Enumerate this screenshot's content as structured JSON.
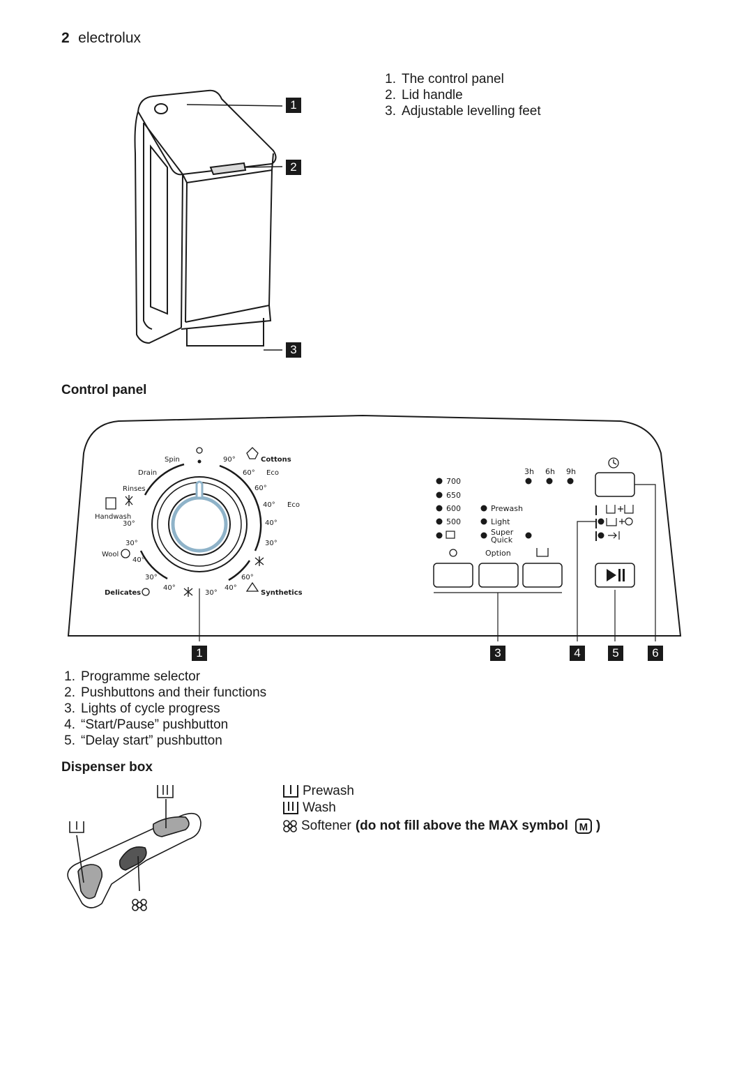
{
  "header": {
    "page_number": "2",
    "brand": "electrolux"
  },
  "appliance": {
    "callouts": [
      "1",
      "2",
      "3"
    ],
    "items": [
      {
        "num": "1.",
        "label": "The control panel"
      },
      {
        "num": "2.",
        "label": "Lid handle"
      },
      {
        "num": "3.",
        "label": "Adjustable levelling feet"
      }
    ]
  },
  "control_panel": {
    "title": "Control panel",
    "dial": {
      "spin": "Spin",
      "drain": "Drain",
      "rinses": "Rinses",
      "handwash": "Handwash",
      "handwash_temp": "30°",
      "wool": "Wool",
      "wool_temp_a": "30°",
      "wool_temp_b": "40°",
      "delicates": "Delicates",
      "del_30": "30°",
      "del_40": "40°",
      "del_30b": "30°",
      "syn_40": "40°",
      "syn_60": "60°",
      "synthetics": "Synthetics",
      "cot_30": "30°",
      "cot_40a": "40°",
      "cot_40eco": "40°",
      "eco_b": "Eco",
      "cot_60": "60°",
      "cot_60eco": "60°",
      "eco_a": "Eco",
      "cot_90": "90°",
      "cottons": "Cottons"
    },
    "speeds": [
      "700",
      "650",
      "600",
      "500"
    ],
    "options": [
      "Prewash",
      "Light",
      "Super",
      "Quick"
    ],
    "option_label": "Option",
    "delay": [
      "3h",
      "6h",
      "9h"
    ],
    "callouts": [
      "1",
      "3",
      "4",
      "5",
      "6"
    ],
    "items": [
      {
        "num": "1.",
        "label": "Programme selector"
      },
      {
        "num": "2.",
        "label": "Pushbuttons and their functions"
      },
      {
        "num": "3.",
        "label": "Lights of cycle progress"
      },
      {
        "num": "4.",
        "label": "“Start/Pause” pushbutton"
      },
      {
        "num": "5.",
        "label": "“Delay start” pushbutton"
      }
    ]
  },
  "dispenser": {
    "title": "Dispenser box",
    "prewash": "Prewash",
    "wash": "Wash",
    "softener": "Softener",
    "warning": "(do not fill above the MAX symbol",
    "max_symbol": "M",
    "close_paren": ")"
  }
}
